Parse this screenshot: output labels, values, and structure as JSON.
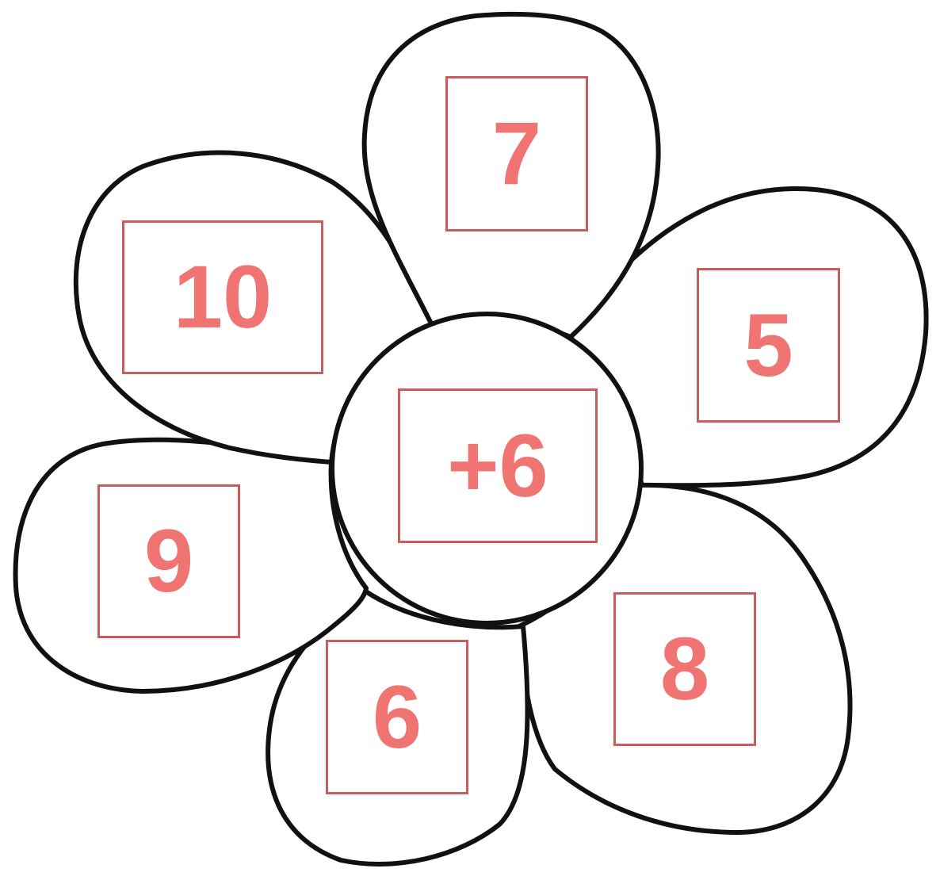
{
  "flower": {
    "center": {
      "label": "+6"
    },
    "petals": {
      "top": "7",
      "upper_left": "10",
      "right": "5",
      "left": "9",
      "bottom_left": "6",
      "bottom_right": "8"
    }
  },
  "colors": {
    "number": "#f07472",
    "box_border": "#c95d5d",
    "outline": "#111111",
    "background": "#ffffff"
  }
}
